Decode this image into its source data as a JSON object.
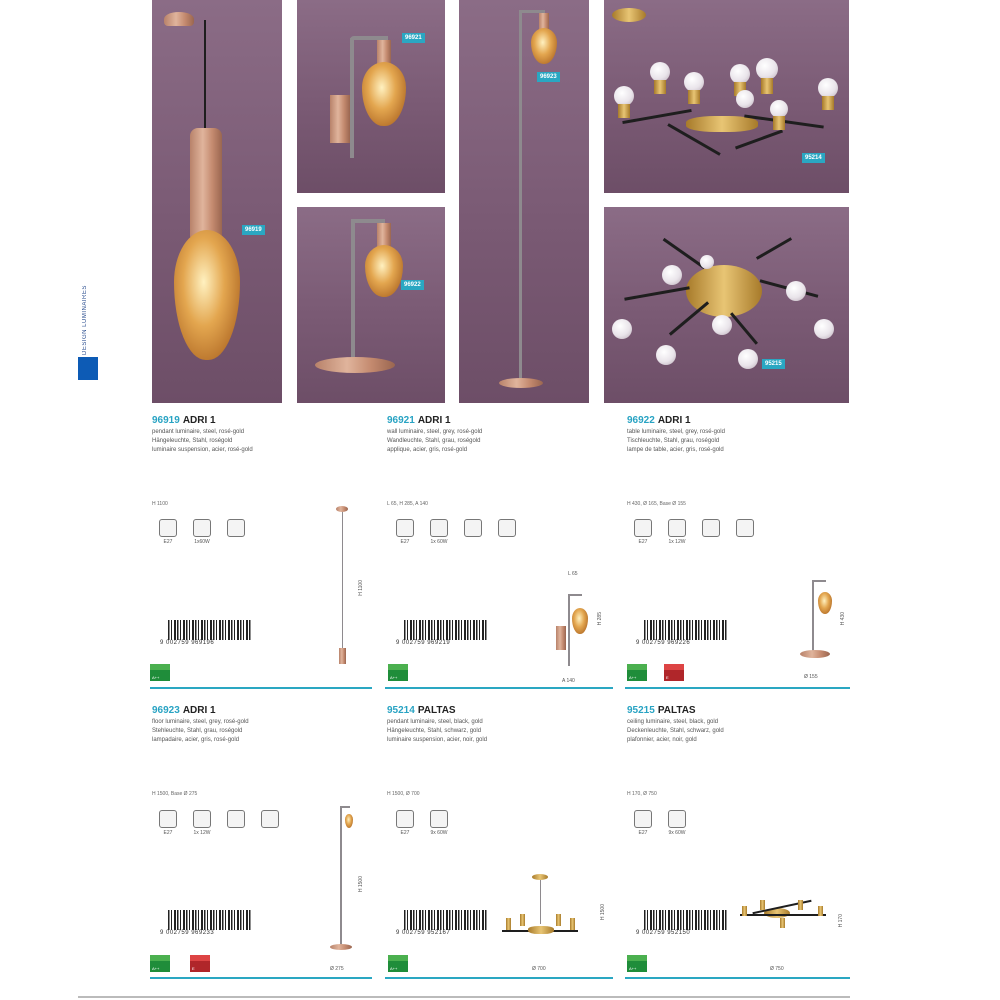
{
  "side_tab": {
    "text": "DESIGN LUMINAIRES"
  },
  "photos": {
    "p1": {
      "label": "96919"
    },
    "p2": {
      "label": "96921"
    },
    "p3": {
      "label": "96922"
    },
    "p4": {
      "label": "96923"
    },
    "p5": {
      "label": "95214"
    },
    "p6": {
      "label": "95215"
    }
  },
  "products": [
    {
      "code": "96919",
      "name": "ADRI 1",
      "desc": [
        "pendant luminaire, steel, rosé-gold",
        "Hängeleuchte, Stahl, roségold",
        "luminaire suspension, acier, rosé-gold"
      ],
      "dims": "H 1100",
      "icons": [
        {
          "icon": "e27-socket-icon",
          "cap": "E27"
        },
        {
          "icon": "bulb-icon",
          "cap": "1x60W"
        },
        {
          "icon": "class-icon",
          "cap": ""
        }
      ],
      "barcode": "9 002759 969196",
      "energy": [
        "A++"
      ],
      "sketch": {
        "h": "H 1100"
      }
    },
    {
      "code": "96921",
      "name": "ADRI 1",
      "desc": [
        "wall luminaire, steel, grey, rosé-gold",
        "Wandleuchte, Stahl, grau, roségold",
        "applique, acier, gris, rosé-gold"
      ],
      "dims": "L 65, H 285, A 140",
      "icons": [
        {
          "icon": "e27-socket-icon",
          "cap": "E27"
        },
        {
          "icon": "bulb-icon",
          "cap": "1x 60W"
        },
        {
          "icon": "switch-icon",
          "cap": ""
        },
        {
          "icon": "class-icon",
          "cap": ""
        }
      ],
      "barcode": "9 002759 969219",
      "energy": [
        "A++"
      ],
      "sketch": {
        "top": "L 65",
        "h": "H 285",
        "a": "A 140"
      }
    },
    {
      "code": "96922",
      "name": "ADRI 1",
      "desc": [
        "table luminaire, steel, grey, rosé-gold",
        "Tischleuchte, Stahl, grau, roségold",
        "lampe de table, acier, gris, rosé-gold"
      ],
      "dims": "H 430, Ø 165, Base Ø 155",
      "icons": [
        {
          "icon": "e27-socket-icon",
          "cap": "E27"
        },
        {
          "icon": "bulb-icon",
          "cap": "1x 12W"
        },
        {
          "icon": "switch-icon",
          "cap": ""
        },
        {
          "icon": "class-icon",
          "cap": ""
        }
      ],
      "barcode": "9 002759 969226",
      "energy": [
        "A++",
        "E"
      ],
      "sketch": {
        "h": "H 430",
        "d": "Ø 155"
      }
    },
    {
      "code": "96923",
      "name": "ADRI 1",
      "desc": [
        "floor luminaire, steel, grey, rosé-gold",
        "Stehleuchte, Stahl, grau, roségold",
        "lampadaire, acier, gris, rosé-gold"
      ],
      "dims": "H 1500, Base Ø 275",
      "icons": [
        {
          "icon": "e27-socket-icon",
          "cap": "E27"
        },
        {
          "icon": "bulb-icon",
          "cap": "1x 12W"
        },
        {
          "icon": "foot-switch-icon",
          "cap": ""
        },
        {
          "icon": "class-icon",
          "cap": ""
        }
      ],
      "barcode": "9 002759 969233",
      "energy": [
        "A++",
        "E"
      ],
      "sketch": {
        "h": "H 1500",
        "d": "Ø 275"
      }
    },
    {
      "code": "95214",
      "name": "PALTAS",
      "desc": [
        "pendant luminaire, steel, black, gold",
        "Hängeleuchte, Stahl, schwarz, gold",
        "luminaire suspension, acier, noir, gold"
      ],
      "dims": "H 1500, Ø 700",
      "icons": [
        {
          "icon": "e27-socket-icon",
          "cap": "E27"
        },
        {
          "icon": "bulb-icon",
          "cap": "9x 60W"
        }
      ],
      "barcode": "9 002759 952167",
      "energy": [
        "A++"
      ],
      "sketch": {
        "h": "H 1500",
        "d": "Ø 700"
      }
    },
    {
      "code": "95215",
      "name": "PALTAS",
      "desc": [
        "ceiling luminaire, steel, black, gold",
        "Deckenleuchte, Stahl, schwarz, gold",
        "plafonnier, acier, noir, gold"
      ],
      "dims": "H 170, Ø 750",
      "icons": [
        {
          "icon": "e27-socket-icon",
          "cap": "E27"
        },
        {
          "icon": "bulb-icon",
          "cap": "9x 60W"
        }
      ],
      "barcode": "9 002759 952150",
      "energy": [
        "A++"
      ],
      "sketch": {
        "h": "H 170",
        "d": "Ø 750"
      }
    }
  ]
}
